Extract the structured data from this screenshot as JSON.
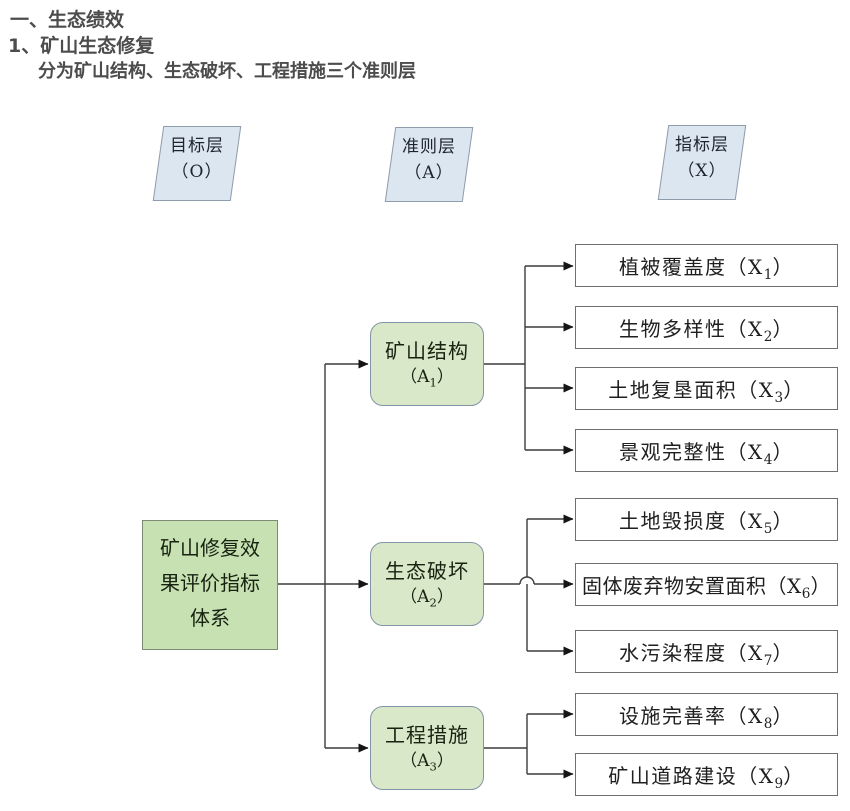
{
  "page": {
    "heading_section": "一、生态绩效",
    "heading_item": "1、矿山生态修复",
    "heading_note": "分为矿山结构、生态破坏、工程措施三个准则层"
  },
  "diagram": {
    "layer_headers": [
      {
        "label": "目标层",
        "code": "（O）"
      },
      {
        "label": "准则层",
        "code": "（A）"
      },
      {
        "label": "指标层",
        "code": "（X）"
      }
    ],
    "goal": {
      "text": "矿山修复效果评价指标体系",
      "lines": [
        "矿山修复效",
        "果评价指标",
        "体系"
      ]
    },
    "criteria": [
      {
        "label": "矿山结构",
        "code_prefix": "（A",
        "code_sub": "1",
        "code_suffix": "）"
      },
      {
        "label": "生态破坏",
        "code_prefix": "（A",
        "code_sub": "2",
        "code_suffix": "）"
      },
      {
        "label": "工程措施",
        "code_prefix": "（A",
        "code_sub": "3",
        "code_suffix": "）"
      }
    ],
    "indicators": [
      {
        "label": "植被覆盖度",
        "code_prefix": "（X",
        "code_sub": "1",
        "code_suffix": "）"
      },
      {
        "label": "生物多样性",
        "code_prefix": "（X",
        "code_sub": "2",
        "code_suffix": "）"
      },
      {
        "label": "土地复垦面积",
        "code_prefix": "（X",
        "code_sub": "3",
        "code_suffix": "）"
      },
      {
        "label": "景观完整性",
        "code_prefix": "（X",
        "code_sub": "4",
        "code_suffix": "）"
      },
      {
        "label": "土地毁损度",
        "code_prefix": "（X",
        "code_sub": "5",
        "code_suffix": "）"
      },
      {
        "label": "固体废弃物安置面积",
        "code_prefix": "（X",
        "code_sub": "6",
        "code_suffix": "）"
      },
      {
        "label": "水污染程度",
        "code_prefix": "（X",
        "code_sub": "7",
        "code_suffix": "）"
      },
      {
        "label": "设施完善率",
        "code_prefix": "（X",
        "code_sub": "8",
        "code_suffix": "）"
      },
      {
        "label": "矿山道路建设",
        "code_prefix": "（X",
        "code_sub": "9",
        "code_suffix": "）"
      }
    ],
    "colors": {
      "goal_fill": "#c7e1b2",
      "criteria_fill": "#d9e8c8",
      "layer_header_fill": "#dce6f1",
      "indicator_fill": "#ffffff",
      "line": "#3c3c3c",
      "heading_text": "#4c4c4c"
    }
  }
}
